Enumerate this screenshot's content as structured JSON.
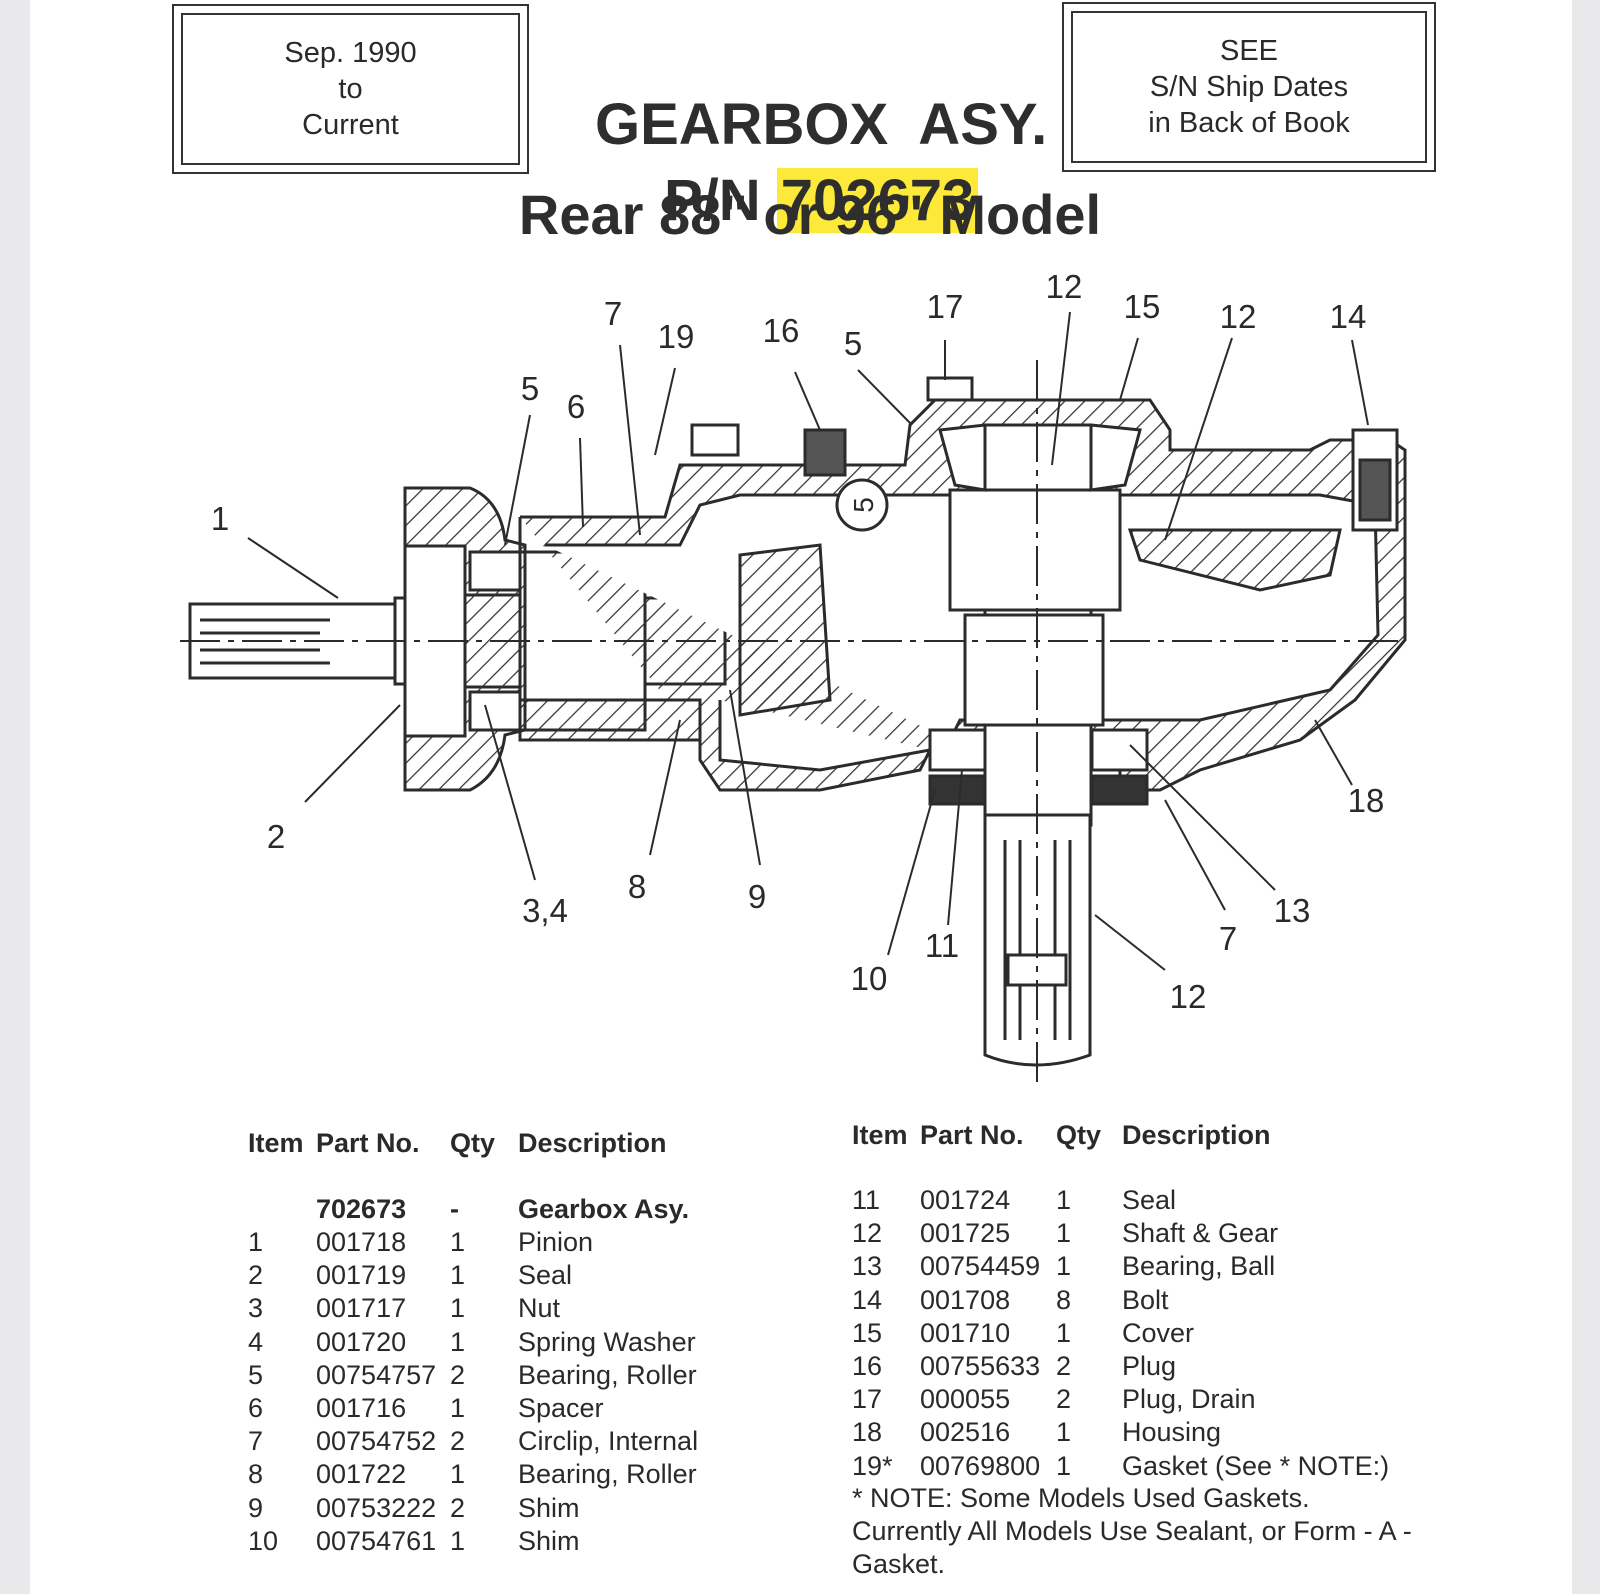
{
  "date_box": {
    "line1": "Sep. 1990",
    "line2": "to",
    "line3": "Current"
  },
  "see_box": {
    "line1": "SEE",
    "line2": "S/N Ship Dates",
    "line3": "in Back of Book"
  },
  "title": {
    "line1": "GEARBOX  ASY.",
    "pn_prefix": "P/N ",
    "pn": "702673",
    "line3": "Rear 88\" or 96\" Model"
  },
  "colors": {
    "highlight": "#fde93a",
    "ink": "#2a2a2a"
  },
  "callouts": [
    "1",
    "2",
    "3,4",
    "5",
    "6",
    "7",
    "19",
    "16",
    "5",
    "17",
    "12",
    "15",
    "12",
    "14",
    "8",
    "9",
    "10",
    "11",
    "12",
    "7",
    "13",
    "18"
  ],
  "circle_label": "5",
  "left_table": {
    "headers": [
      "Item",
      "Part No.",
      "Qty",
      "Description"
    ],
    "assembly_row": [
      "",
      "702673",
      "-",
      "Gearbox Asy."
    ],
    "rows": [
      [
        "1",
        "001718",
        "1",
        "Pinion"
      ],
      [
        "2",
        "001719",
        "1",
        "Seal"
      ],
      [
        "3",
        "001717",
        "1",
        "Nut"
      ],
      [
        "4",
        "001720",
        "1",
        "Spring Washer"
      ],
      [
        "5",
        "00754757",
        "2",
        "Bearing, Roller"
      ],
      [
        "6",
        "001716",
        "1",
        "Spacer"
      ],
      [
        "7",
        "00754752",
        "2",
        "Circlip, Internal"
      ],
      [
        "8",
        "001722",
        "1",
        "Bearing, Roller"
      ],
      [
        "9",
        "00753222",
        "2",
        "Shim"
      ],
      [
        "10",
        "00754761",
        "1",
        "Shim"
      ]
    ]
  },
  "right_table": {
    "headers": [
      "Item",
      "Part No.",
      "Qty",
      "Description"
    ],
    "rows": [
      [
        "11",
        "001724",
        "1",
        "Seal"
      ],
      [
        "12",
        "001725",
        "1",
        "Shaft & Gear"
      ],
      [
        "13",
        "00754459",
        "1",
        "Bearing, Ball"
      ],
      [
        "14",
        "001708",
        "8",
        "Bolt"
      ],
      [
        "15",
        "001710",
        "1",
        "Cover"
      ],
      [
        "16",
        "00755633",
        "2",
        "Plug"
      ],
      [
        "17",
        "000055",
        "2",
        "Plug, Drain"
      ],
      [
        "18",
        "002516",
        "1",
        "Housing"
      ],
      [
        "19*",
        "00769800",
        "1",
        "Gasket (See * NOTE:)"
      ]
    ]
  },
  "note": "*  NOTE:  Some Models Used Gaskets.  Currently All Models Use  Sealant, or Form - A - Gasket."
}
